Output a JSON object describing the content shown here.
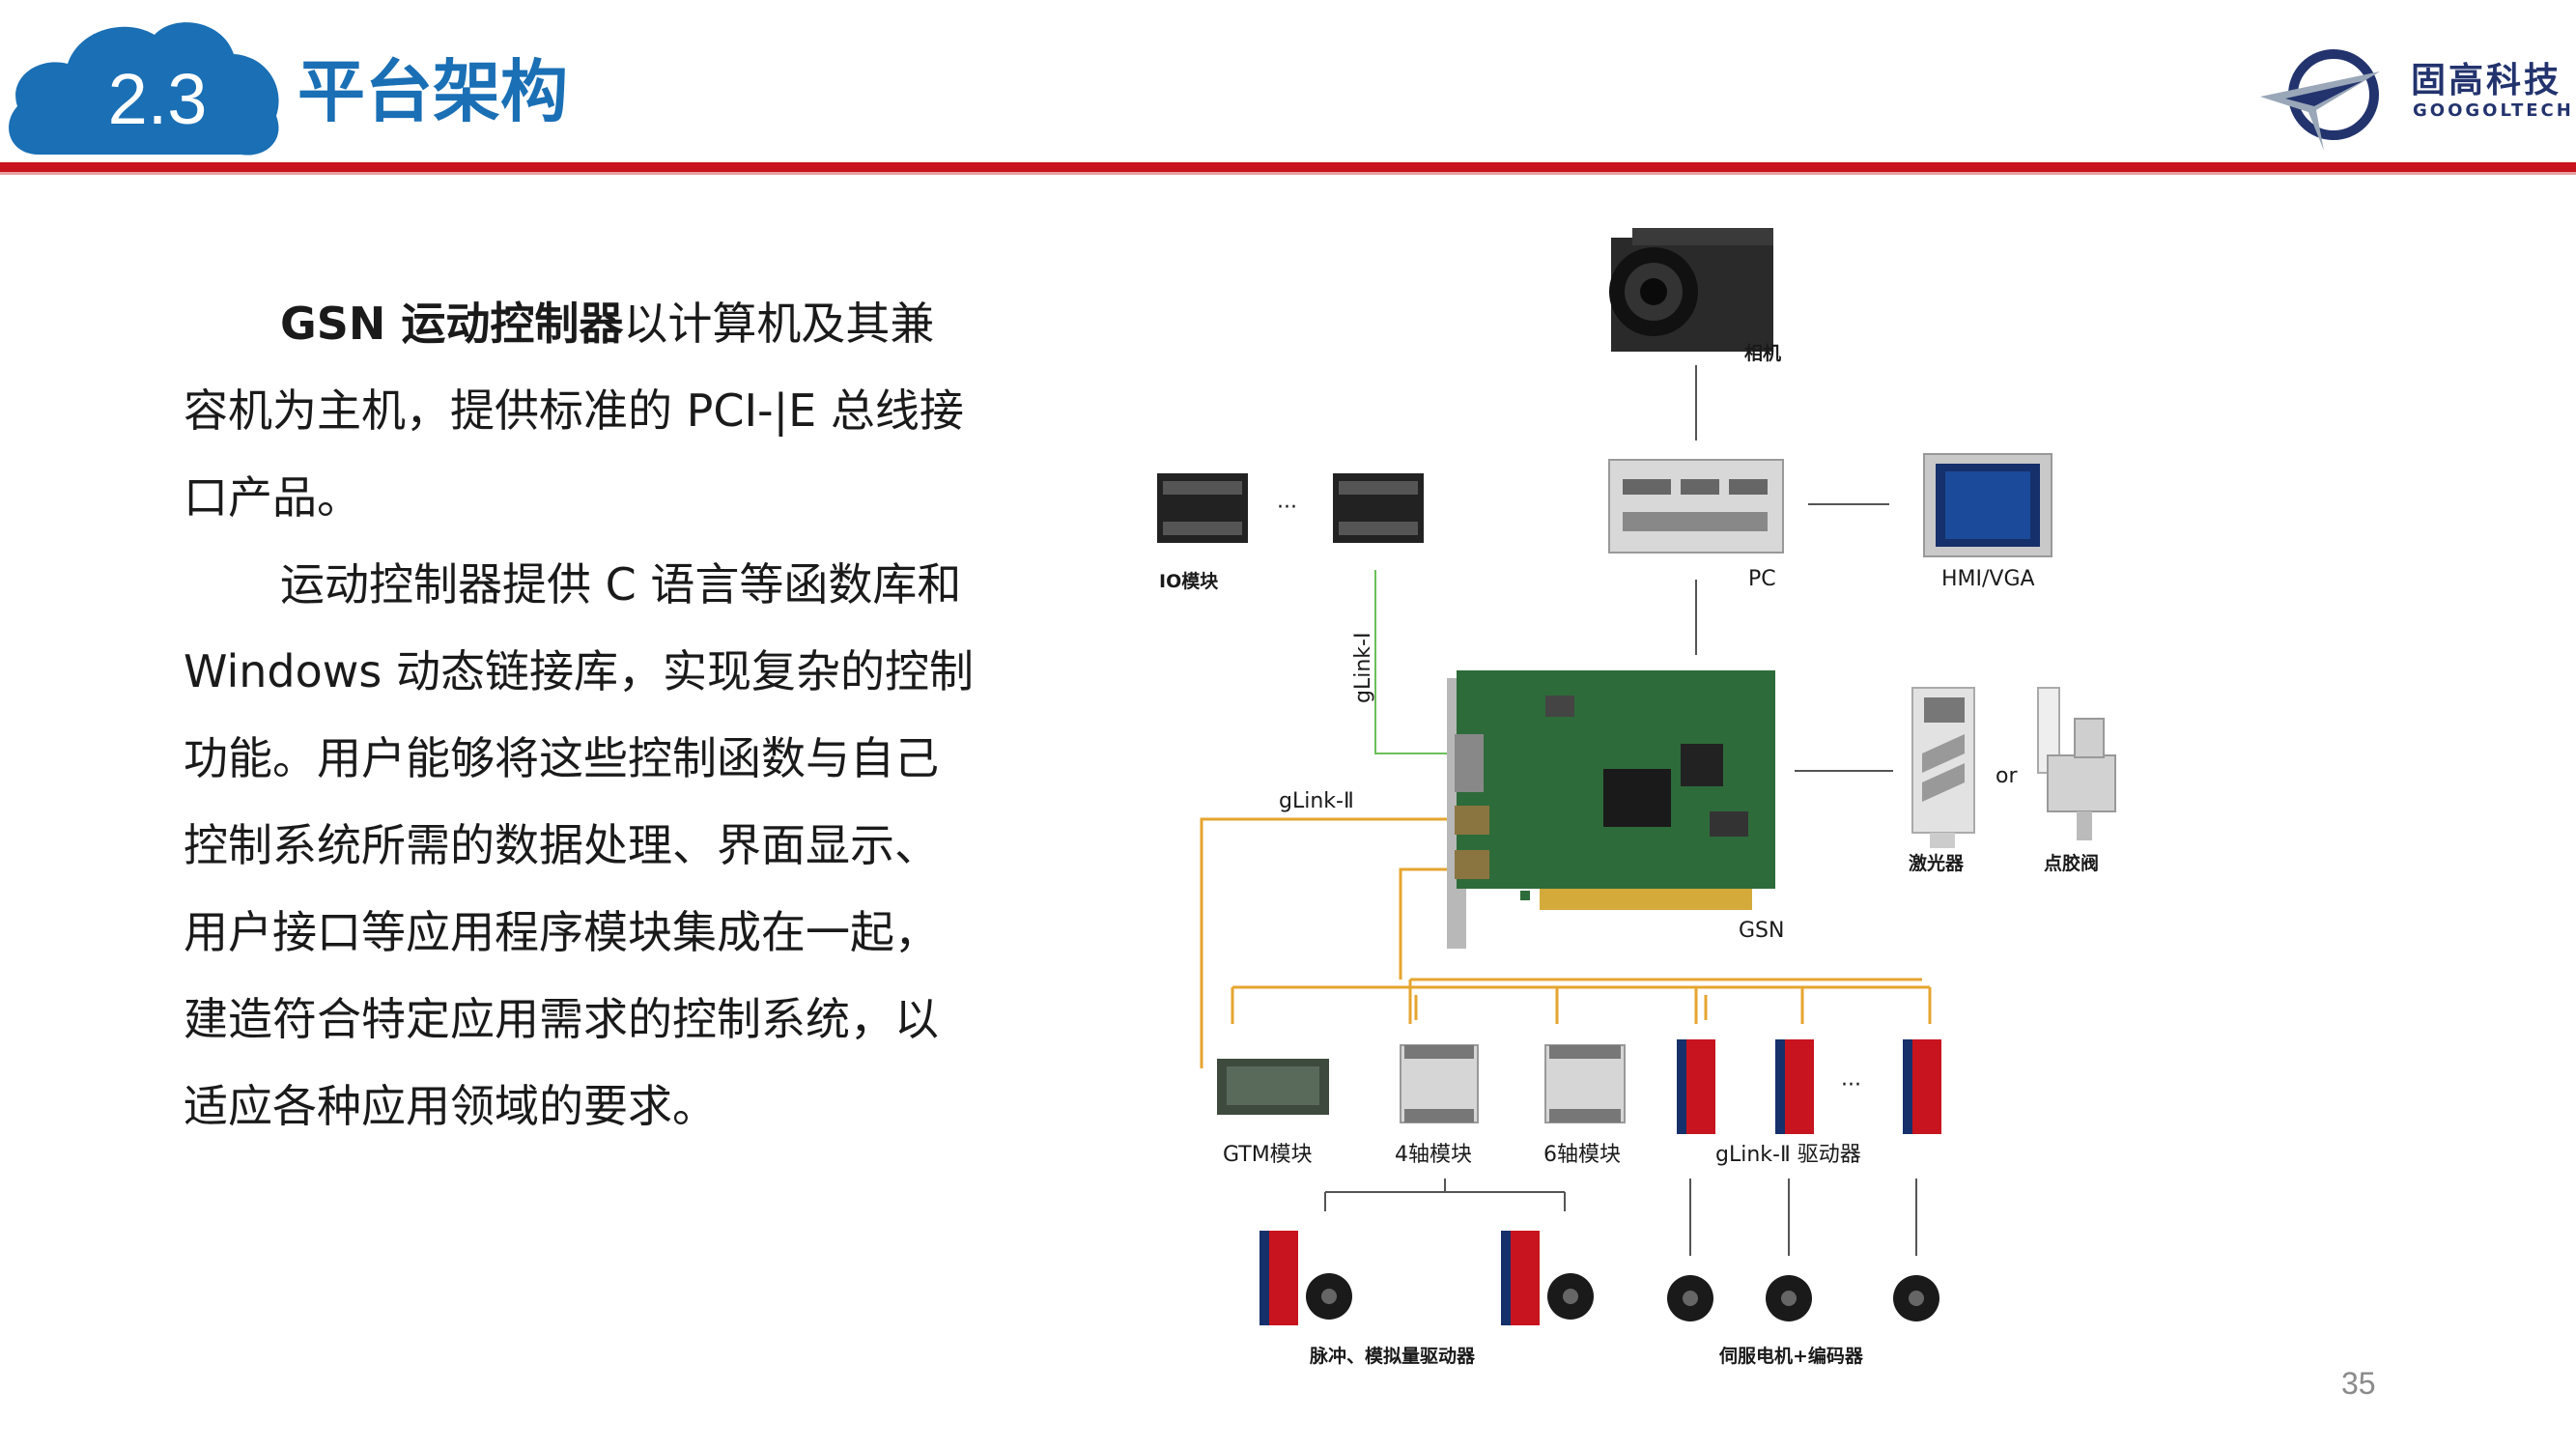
{
  "header": {
    "section_number": "2.3",
    "section_title": "平台架构",
    "logo_cn": "固高科技",
    "logo_en": "GOOGOLTECH"
  },
  "body": {
    "p1_bold": "GSN 运动控制器",
    "p1_rest": "以计算机及其兼容机为主机，提供标准的 PCI-|E 总线接口产品。",
    "p2": "运动控制器提供 C 语言等函数库和 Windows 动态链接库，实现复杂的控制功能。用户能够将这些控制函数与自己控制系统所需的数据处理、界面显示、用户接口等应用程序模块集成在一起，建造符合特定应用需求的控制系统，以适应各种应用领域的要求。"
  },
  "diagram": {
    "camera": "相机",
    "io_module": "IO模块",
    "ellipsis_io": "···",
    "pc": "PC",
    "hmi": "HMI/VGA",
    "glink1": "gLink-Ⅰ",
    "glink2": "gLink-Ⅱ",
    "gsn": "GSN",
    "laser": "激光器",
    "or": "or",
    "dispense": "点胶阀",
    "gtm": "GTM模块",
    "axis4": "4轴模块",
    "axis6": "6轴模块",
    "glink2_drive": "gLink-Ⅱ 驱动器",
    "ellipsis_drive": "···",
    "pulse_drive": "脉冲、模拟量驱动器",
    "servo_motor": "伺服电机+编码器"
  },
  "colors": {
    "brand_blue": "#1a6fb5",
    "rule_red": "#c8141e",
    "bus_orange": "#e6a530",
    "glink1_green": "#6cbf5a",
    "board_green": "#2e6b3a"
  },
  "page_number": "35"
}
